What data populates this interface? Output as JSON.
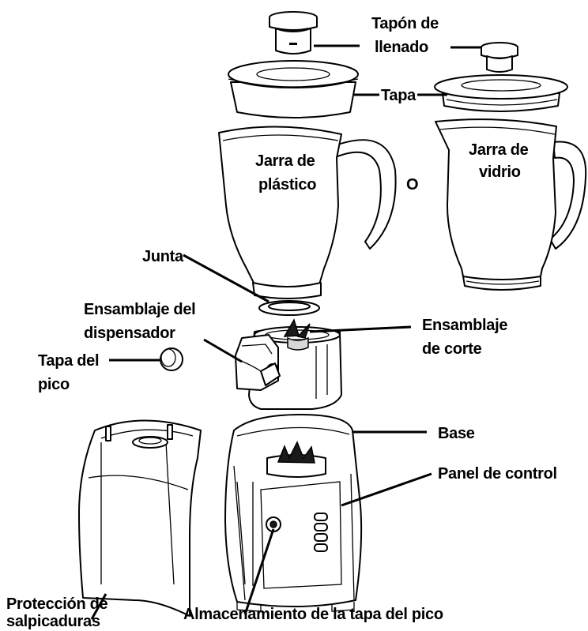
{
  "labels": {
    "fill_cap": [
      "Tapón de",
      "llenado"
    ],
    "lid": "Tapa",
    "plastic_jar": [
      "Jarra de",
      "plástico"
    ],
    "or": "O",
    "glass_jar": [
      "Jarra de",
      "vidrio"
    ],
    "gasket": "Junta",
    "dispenser": [
      "Ensamblaje del",
      "dispensador"
    ],
    "cutting": [
      "Ensamblaje",
      "de corte"
    ],
    "spout_cap": [
      "Tapa del",
      "pico"
    ],
    "base": "Base",
    "control_panel": "Panel de control",
    "splash_guard": [
      "Protección de",
      "salpicaduras"
    ],
    "spout_cap_storage": "Almacenamiento de la tapa del pico"
  }
}
